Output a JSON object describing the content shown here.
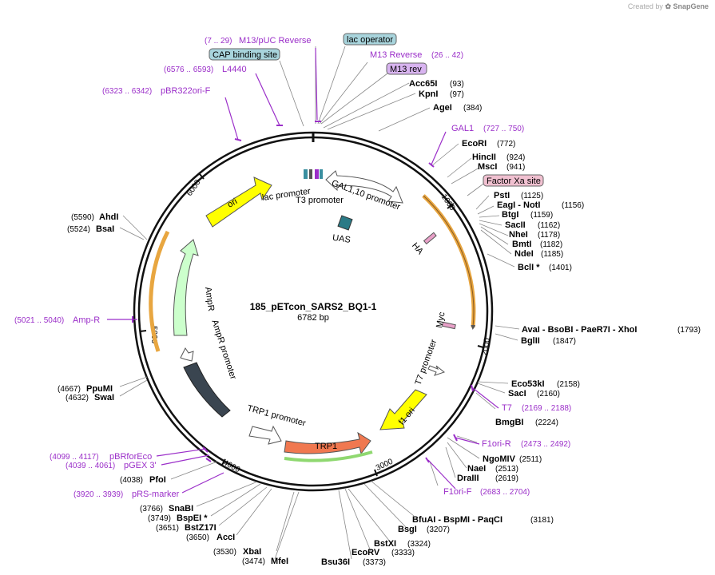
{
  "credit": {
    "prefix": "Created by",
    "brand": "SnapGene"
  },
  "plasmid": {
    "name": "185_pETcon_SARS2_BQ1-1",
    "length": "6782 bp"
  },
  "ticks": [
    "1000",
    "2000",
    "3000",
    "4000",
    "5000",
    "6000"
  ],
  "colors": {
    "primer": "#9b2fc9",
    "promoter": "#ffffff",
    "ori": "#ffff00",
    "ampr": "#ccffcc",
    "cen": "#3a4550",
    "trp1": "#f07850",
    "gal1": "#e8a640",
    "bar": "#555555"
  },
  "features": {
    "ori": "ori",
    "lac_promoter": "lac promoter",
    "t3_promoter": "T3 promoter",
    "gal1_10_promoter": "GAL1,10 promoter",
    "uas": "UAS",
    "ha": "HA",
    "myc": "Myc",
    "t7_promoter": "T7 promoter",
    "f1_ori": "f1 ori",
    "trp1": "TRP1",
    "trp1_promoter": "TRP1 promoter",
    "cen_ars": "CEN/ARS",
    "ampr_promoter": "AmpR promoter",
    "ampr": "AmpR"
  },
  "boxed": {
    "lac_operator": "lac operator",
    "cap_binding_site": "CAP binding site",
    "m13_rev": "M13 rev",
    "factor_xa_site": "Factor Xa site"
  },
  "primers": [
    {
      "name": "M13/pUC Reverse",
      "range": "(7 .. 29)"
    },
    {
      "name": "M13 Reverse",
      "range": "(26 .. 42)"
    },
    {
      "name": "L4440",
      "range": "(6576 .. 6593)"
    },
    {
      "name": "pBR322ori-F",
      "range": "(6323 .. 6342)"
    },
    {
      "name": "GAL1",
      "range": "(727 .. 750)"
    },
    {
      "name": "Amp-R",
      "range": "(5021 .. 5040)"
    },
    {
      "name": "T7",
      "range": "(2169 .. 2188)"
    },
    {
      "name": "F1ori-R",
      "range": "(2473 .. 2492)"
    },
    {
      "name": "F1ori-F",
      "range": "(2683 .. 2704)"
    },
    {
      "name": "pBRforEco",
      "range": "(4099 .. 4117)"
    },
    {
      "name": "pGEX 3'",
      "range": "(4039 .. 4061)"
    },
    {
      "name": "pRS-marker",
      "range": "(3920 .. 3939)"
    }
  ],
  "enzymes_right": [
    {
      "name": "Acc65I",
      "pos": "(93)"
    },
    {
      "name": "KpnI",
      "pos": "(97)"
    },
    {
      "name": "AgeI",
      "pos": "(384)"
    },
    {
      "name": "EcoRI",
      "pos": "(772)"
    },
    {
      "name": "HincII",
      "pos": "(924)"
    },
    {
      "name": "MscI",
      "pos": "(941)"
    },
    {
      "name": "PstI",
      "pos": "(1125)"
    },
    {
      "name": "EagI - NotI",
      "pos": "(1156)"
    },
    {
      "name": "BtgI",
      "pos": "(1159)"
    },
    {
      "name": "SacII",
      "pos": "(1162)"
    },
    {
      "name": "NheI",
      "pos": "(1178)"
    },
    {
      "name": "BmtI",
      "pos": "(1182)"
    },
    {
      "name": "NdeI",
      "pos": "(1185)"
    },
    {
      "name": "BclI *",
      "pos": "(1401)"
    },
    {
      "name": "AvaI - BsoBI - PaeR7I - XhoI",
      "pos": "(1793)"
    },
    {
      "name": "BglII",
      "pos": "(1847)"
    },
    {
      "name": "Eco53kI",
      "pos": "(2158)"
    },
    {
      "name": "SacI",
      "pos": "(2160)"
    },
    {
      "name": "BmgBI",
      "pos": "(2224)"
    },
    {
      "name": "NgoMIV",
      "pos": "(2511)"
    },
    {
      "name": "NaeI",
      "pos": "(2513)"
    },
    {
      "name": "DraIII",
      "pos": "(2619)"
    },
    {
      "name": "BfuAI - BspMI - PaqCI",
      "pos": "(3181)"
    },
    {
      "name": "BsgI",
      "pos": "(3207)"
    },
    {
      "name": "BstXI",
      "pos": "(3324)"
    },
    {
      "name": "EcoRV",
      "pos": "(3333)"
    },
    {
      "name": "Bsu36I",
      "pos": "(3373)"
    }
  ],
  "enzymes_left": [
    {
      "name": "AhdI",
      "pos": "(5590)"
    },
    {
      "name": "BsaI",
      "pos": "(5524)"
    },
    {
      "name": "PpuMI",
      "pos": "(4667)"
    },
    {
      "name": "SwaI",
      "pos": "(4632)"
    },
    {
      "name": "PfoI",
      "pos": "(4038)"
    },
    {
      "name": "SnaBI",
      "pos": "(3766)"
    },
    {
      "name": "BspEI *",
      "pos": "(3749)"
    },
    {
      "name": "BstZ17I",
      "pos": "(3651)"
    },
    {
      "name": "AccI",
      "pos": "(3650)"
    },
    {
      "name": "XbaI",
      "pos": "(3530)"
    },
    {
      "name": "MfeI",
      "pos": "(3474)"
    }
  ]
}
